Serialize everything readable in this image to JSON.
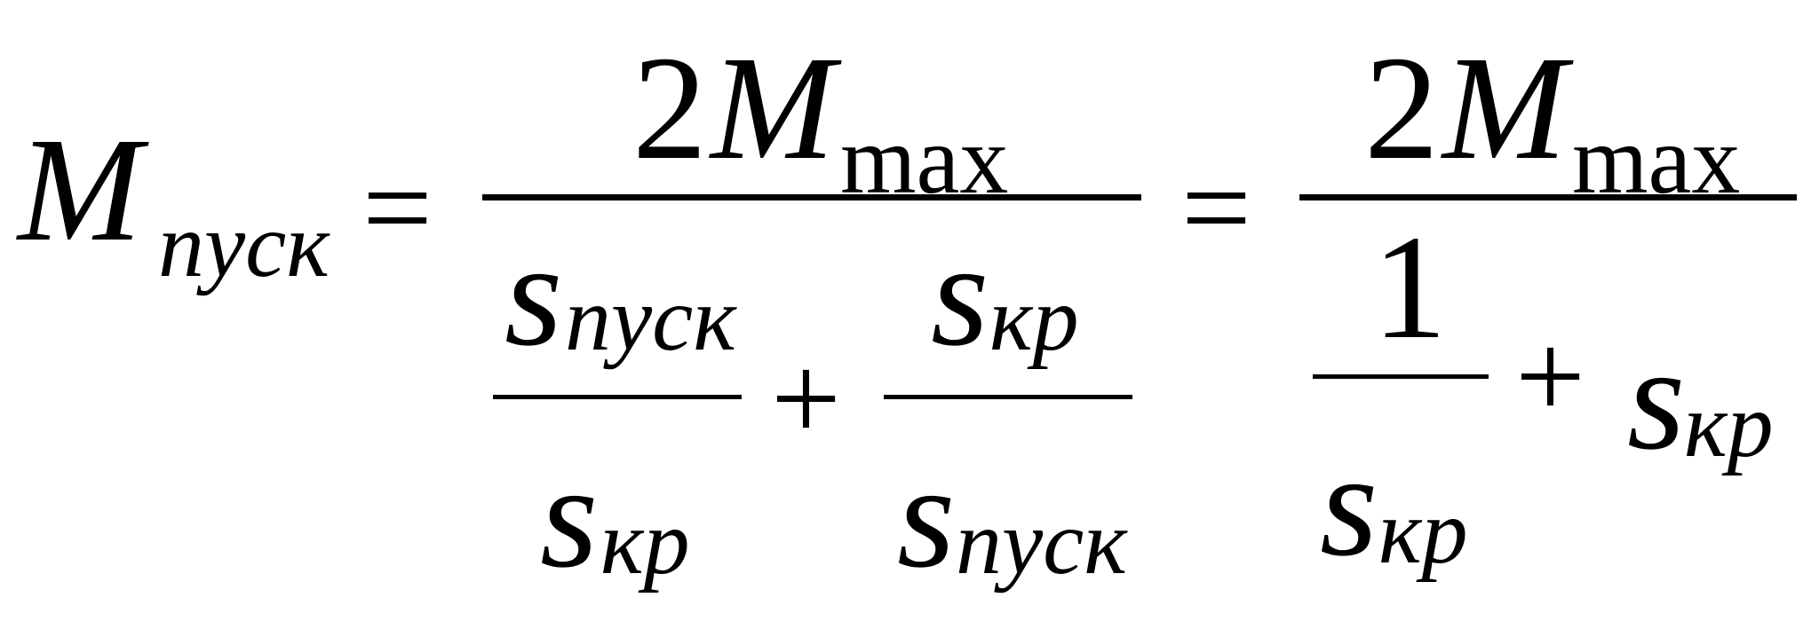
{
  "formula": {
    "lhs": {
      "symbol": "M",
      "subscript": "пуск"
    },
    "equals": "=",
    "plus": "+",
    "frac1": {
      "numerator": {
        "coef": "2",
        "symbol": "M",
        "subscript": "max"
      },
      "term1": {
        "num": {
          "symbol": "s",
          "subscript": "пуск"
        },
        "den": {
          "symbol": "s",
          "subscript": "кр"
        }
      },
      "term2": {
        "num": {
          "symbol": "s",
          "subscript": "кр"
        },
        "den": {
          "symbol": "s",
          "subscript": "пуск"
        }
      }
    },
    "frac2": {
      "numerator": {
        "coef": "2",
        "symbol": "M",
        "subscript": "max"
      },
      "inner": {
        "num": "1",
        "den": {
          "symbol": "s",
          "subscript": "кр"
        }
      },
      "addend": {
        "symbol": "s",
        "subscript": "кр"
      }
    }
  }
}
